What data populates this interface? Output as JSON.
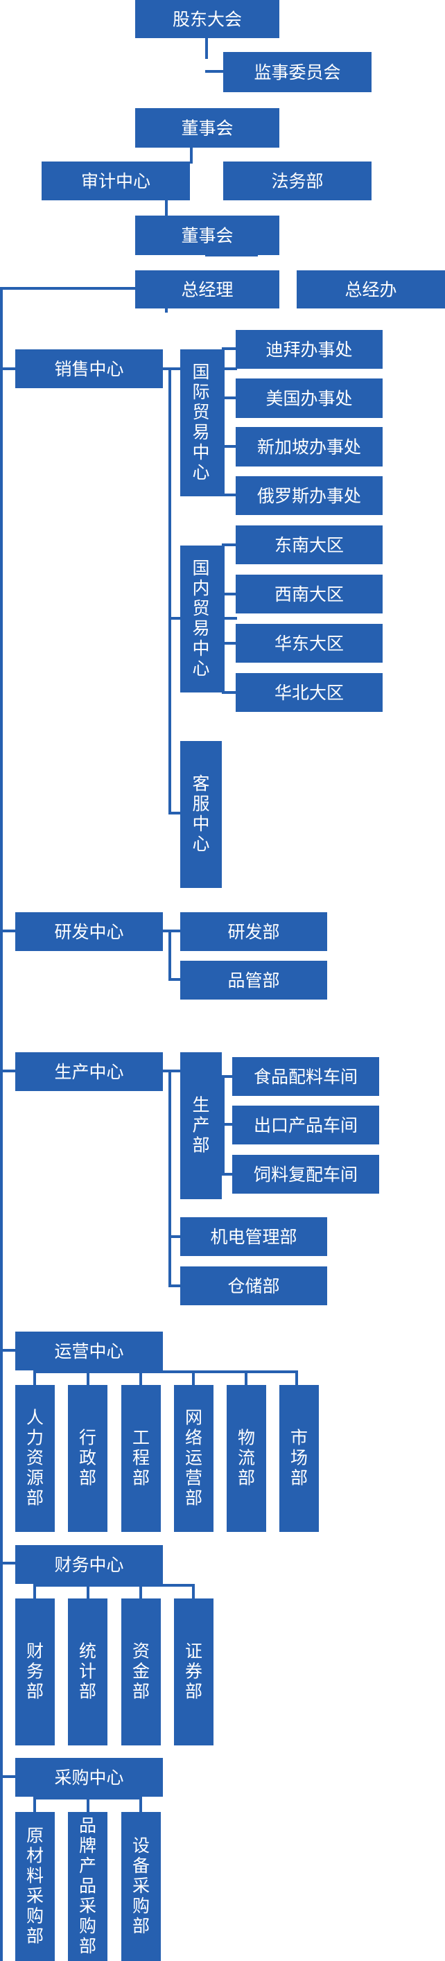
{
  "nodes": {
    "shareholders": "股东大会",
    "supervisory": "监事委员会",
    "board1": "董事会",
    "audit": "审计中心",
    "legal": "法务部",
    "board2": "董事会",
    "gm": "总经理",
    "gm_office": "总经办",
    "sales": "销售中心",
    "intl_trade": "国际贸易中心",
    "dubai": "迪拜办事处",
    "usa": "美国办事处",
    "singapore": "新加坡办事处",
    "russia": "俄罗斯办事处",
    "domestic_trade": "国内贸易中心",
    "southeast": "东南大区",
    "southwest": "西南大区",
    "east": "华东大区",
    "north": "华北大区",
    "customer_service": "客服中心",
    "rd_center": "研发中心",
    "rd_dept": "研发部",
    "qc": "品管部",
    "production": "生产中心",
    "production_dept": "生产部",
    "food_workshop": "食品配料车间",
    "export_workshop": "出口产品车间",
    "feed_workshop": "饲料复配车间",
    "mech": "机电管理部",
    "warehouse": "仓储部",
    "operations": "运营中心",
    "hr": "人力资源部",
    "admin": "行政部",
    "engineering": "工程部",
    "network_ops": "网络运营部",
    "logistics": "物流部",
    "market": "市场部",
    "finance_center": "财务中心",
    "finance_dept": "财务部",
    "statistics": "统计部",
    "funds": "资金部",
    "securities": "证券部",
    "procurement": "采购中心",
    "raw_material": "原材料采购部",
    "brand_product": "品牌产品采购部",
    "equipment": "设备采购部"
  },
  "colors": {
    "box": "#2660b0",
    "line": "#2660b0",
    "text": "#ffffff"
  }
}
